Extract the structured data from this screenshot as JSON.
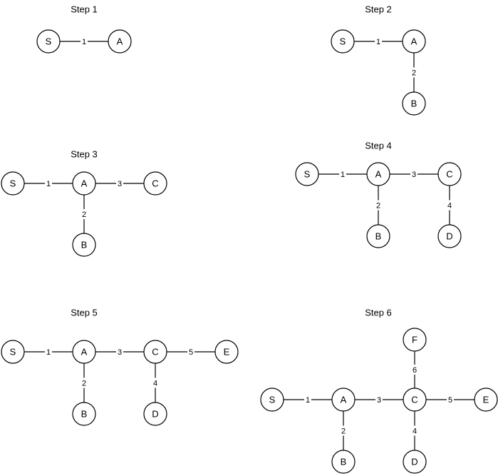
{
  "steps": [
    {
      "title": "Step 1",
      "nodes": [
        "S",
        "A"
      ],
      "edges": [
        {
          "from": "S",
          "to": "A",
          "weight": "1"
        }
      ]
    },
    {
      "title": "Step 2",
      "nodes": [
        "S",
        "A",
        "B"
      ],
      "edges": [
        {
          "from": "S",
          "to": "A",
          "weight": "1"
        },
        {
          "from": "A",
          "to": "B",
          "weight": "2"
        }
      ]
    },
    {
      "title": "Step 3",
      "nodes": [
        "S",
        "A",
        "C",
        "B"
      ],
      "edges": [
        {
          "from": "S",
          "to": "A",
          "weight": "1"
        },
        {
          "from": "A",
          "to": "C",
          "weight": "3"
        },
        {
          "from": "A",
          "to": "B",
          "weight": "2"
        }
      ]
    },
    {
      "title": "Step 4",
      "nodes": [
        "S",
        "A",
        "C",
        "B",
        "D"
      ],
      "edges": [
        {
          "from": "S",
          "to": "A",
          "weight": "1"
        },
        {
          "from": "A",
          "to": "C",
          "weight": "3"
        },
        {
          "from": "A",
          "to": "B",
          "weight": "2"
        },
        {
          "from": "C",
          "to": "D",
          "weight": "4"
        }
      ]
    },
    {
      "title": "Step 5",
      "nodes": [
        "S",
        "A",
        "C",
        "E",
        "B",
        "D"
      ],
      "edges": [
        {
          "from": "S",
          "to": "A",
          "weight": "1"
        },
        {
          "from": "A",
          "to": "C",
          "weight": "3"
        },
        {
          "from": "C",
          "to": "E",
          "weight": "5"
        },
        {
          "from": "A",
          "to": "B",
          "weight": "2"
        },
        {
          "from": "C",
          "to": "D",
          "weight": "4"
        }
      ]
    },
    {
      "title": "Step 6",
      "nodes": [
        "F",
        "S",
        "A",
        "C",
        "E",
        "B",
        "D"
      ],
      "edges": [
        {
          "from": "S",
          "to": "A",
          "weight": "1"
        },
        {
          "from": "A",
          "to": "C",
          "weight": "3"
        },
        {
          "from": "C",
          "to": "E",
          "weight": "5"
        },
        {
          "from": "C",
          "to": "F",
          "weight": "6"
        },
        {
          "from": "A",
          "to": "B",
          "weight": "2"
        },
        {
          "from": "C",
          "to": "D",
          "weight": "4"
        }
      ]
    }
  ]
}
